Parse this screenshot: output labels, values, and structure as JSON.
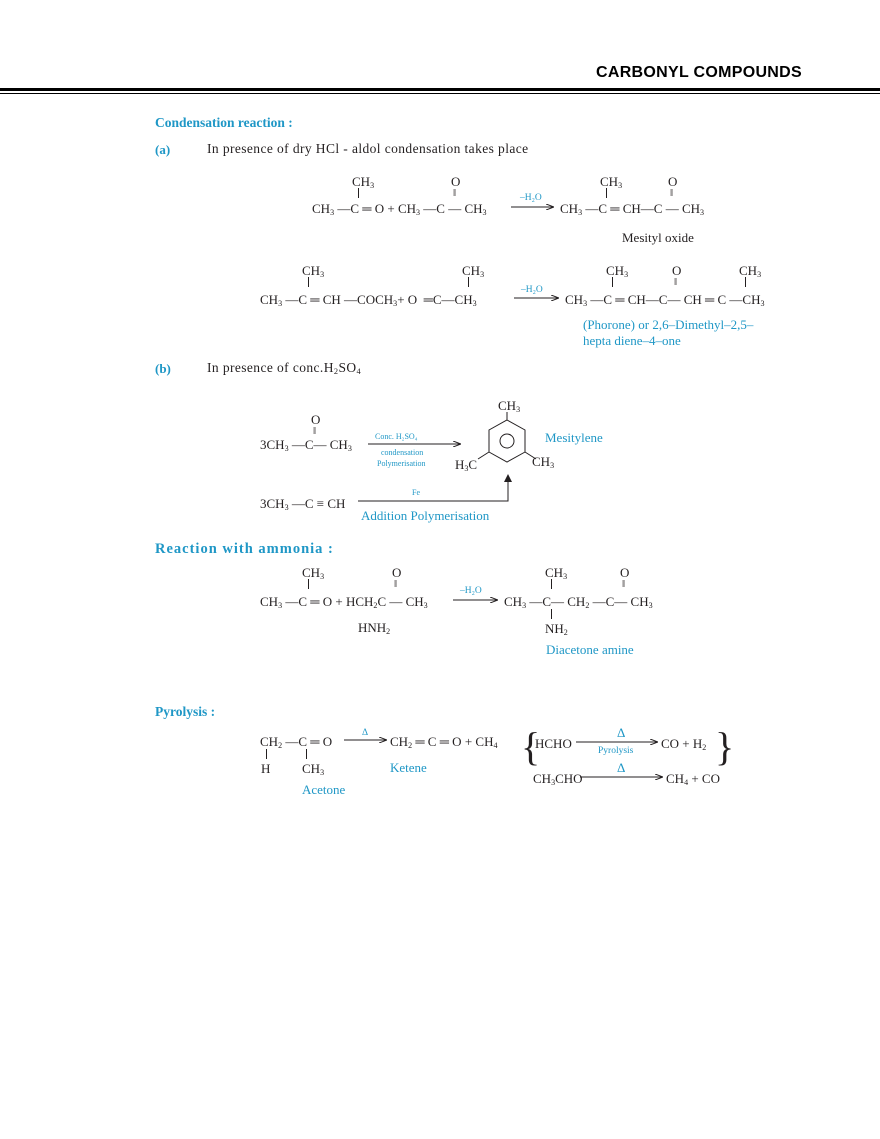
{
  "header": {
    "title": "CARBONYL COMPOUNDS"
  },
  "condensation": {
    "heading": "Condensation reaction :",
    "part_a": {
      "label": "(a)",
      "text": "In presence of dry HCl - aldol condensation takes place",
      "reagent": "–H₂O",
      "product1_name": "Mesityl oxide",
      "product2_name_line1": "(Phorone) or 2,6–Dimethyl–2,5–",
      "product2_name_line2": "hepta diene–4–one"
    },
    "part_b": {
      "label": "(b)",
      "text": "In presence of conc.H₂SO₄",
      "reagent_line1": "Conc. H₂SO₄",
      "reagent_line2": "condensation",
      "reagent_line3": "Polymerisation",
      "product_name": "Mesitylene",
      "alt_reagent": "Fe",
      "alt_label": "Addition Polymerisation"
    }
  },
  "ammonia": {
    "heading": "Reaction with ammonia :",
    "reagent": "–H₂O",
    "product_name": "Diacetone amine"
  },
  "pyrolysis": {
    "heading": "Pyrolysis :",
    "delta": "Δ",
    "reactant_name": "Acetone",
    "product_name": "Ketene",
    "side1_left": "HCHO",
    "side1_right": "CO + H₂",
    "side1_label": "Pyrolysis",
    "side2_left": "CH₃CHO",
    "side2_right": "CH₄ + CO"
  }
}
